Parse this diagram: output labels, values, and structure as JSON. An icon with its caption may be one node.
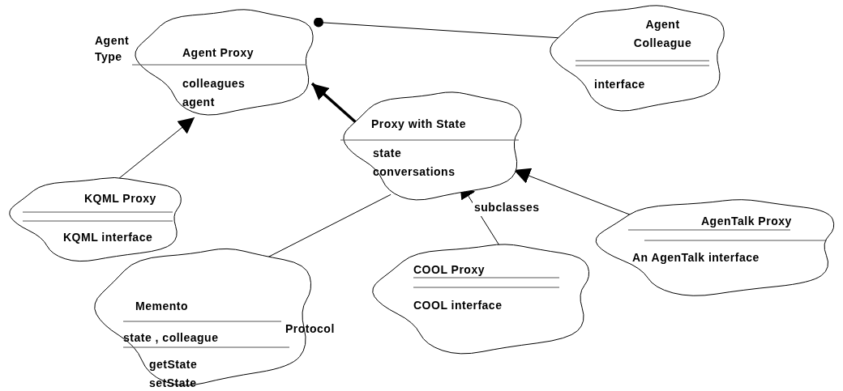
{
  "diagram": {
    "nodes": [
      {
        "text": [
          "Agent Proxy",
          "colleagues agent"
        ],
        "beside": [
          "Agent Type"
        ]
      },
      {
        "text": [
          "Agent Colleague",
          "interface"
        ]
      },
      {
        "text": [
          "Proxy with State",
          "state conversations"
        ]
      },
      {
        "text": [
          "KQML Proxy",
          "KQML interface"
        ]
      },
      {
        "text": [
          "AgenTalk Proxy",
          "An AgenTalk interface"
        ]
      },
      {
        "text": [
          "COOL Proxy",
          "COOL interface"
        ]
      },
      {
        "text": [
          "Memento",
          "state , colleague",
          "getState setState"
        ],
        "beside": [
          "Protocol"
        ]
      }
    ],
    "edges": [
      {
        "from": 0,
        "to": 1,
        "arrow": "other"
      },
      {
        "from": 2,
        "to": 0,
        "arrow": "to",
        "style": "thick"
      },
      {
        "from": 3,
        "to": 0,
        "arrow": "to"
      },
      {
        "from": 5,
        "to": 2,
        "arrow": "to",
        "label": "subclasses"
      },
      {
        "from": 4,
        "to": 2,
        "arrow": "to"
      },
      {
        "from": 6,
        "to": 2,
        "arrow": "other"
      }
    ]
  }
}
